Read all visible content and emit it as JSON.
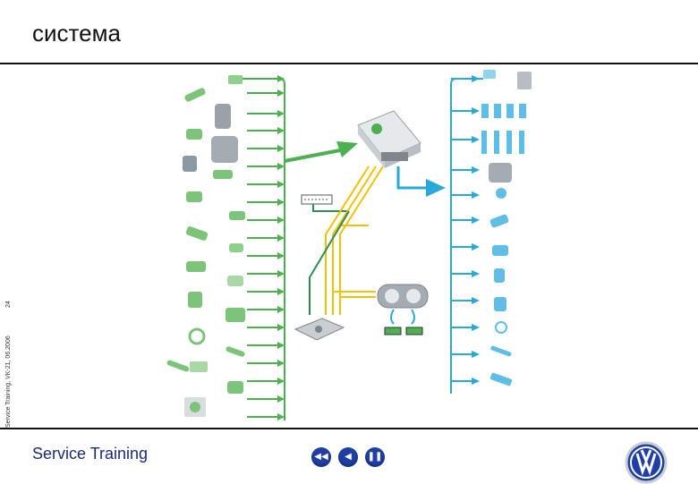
{
  "header": {
    "title": "система"
  },
  "sidebar": {
    "caption": "Service Training, VK-21, 06.2006",
    "page": "24"
  },
  "footer": {
    "brand": "Service Training",
    "nav_first": "first-page-button",
    "nav_back": "back-button",
    "nav_pause": "pause-button"
  },
  "colors": {
    "sensor_bus": "#4caf50",
    "actuator_bus": "#29a9d8",
    "can_bus": "#f2c200",
    "diag_line": "#2e8b57"
  }
}
